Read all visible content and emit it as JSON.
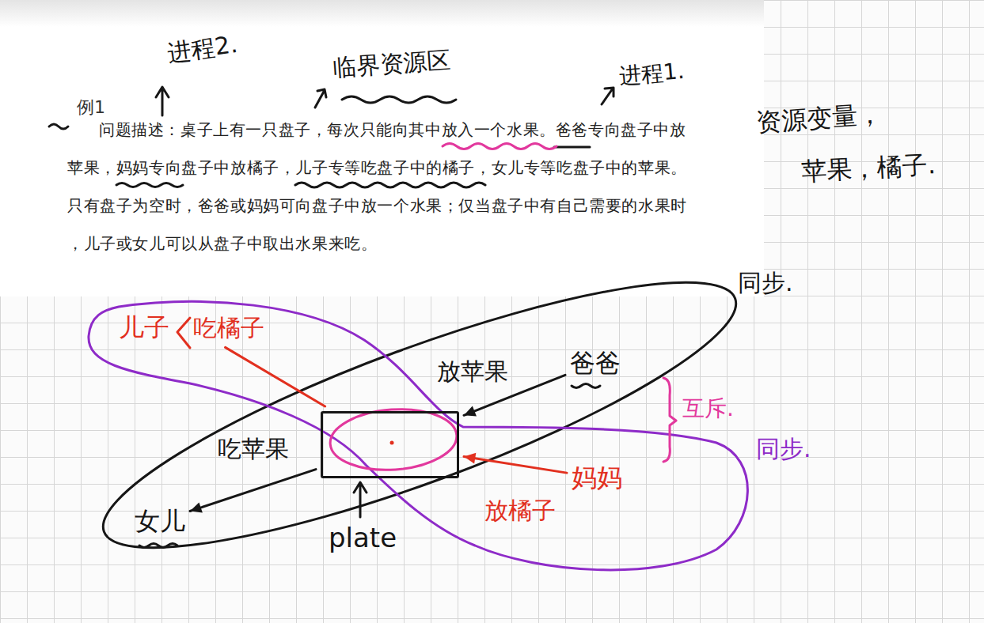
{
  "diagram": {
    "nodes": [
      {
        "text": [
          "儿子",
          "吃橘子"
        ]
      },
      {
        "text": [
          "爸爸"
        ]
      },
      {
        "text": [
          "plate"
        ]
      },
      {
        "text": [
          "妈妈"
        ]
      },
      {
        "text": [
          "女儿"
        ]
      }
    ],
    "edges": [
      {
        "from": 0,
        "to": 2,
        "arrow": "none"
      },
      {
        "from": 1,
        "to": 2,
        "label": "放苹果",
        "arrow": "to"
      },
      {
        "from": 3,
        "to": 2,
        "label": "放橘子",
        "arrow": "to"
      },
      {
        "from": 2,
        "to": 4,
        "label": "吃苹果",
        "arrow": "to"
      }
    ],
    "labels": [
      "进程2.",
      "临界资源区",
      "进程1.",
      "例1",
      "问题描述：桌子上有一只盘子，每次只能向其中放入一个水果。爸爸专向盘子中放苹果，妈妈专向盘子中放橘子，儿子专等吃盘子中的橘子，女儿专等吃盘子中的苹果。只有盘子为空时，爸爸或妈妈可向盘子中放一个水果；仅当盘子中有自己需要的水果时，儿子或女儿可以从盘子中取出水果来吃。",
      "资源变量，",
      "苹果，橘子.",
      "同步.",
      "互斥.",
      "同步."
    ]
  }
}
